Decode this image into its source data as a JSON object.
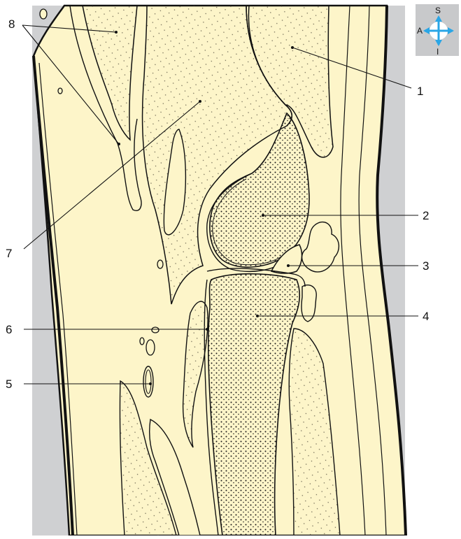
{
  "labels": {
    "l1": "1",
    "l2": "2",
    "l3": "3",
    "l4": "4",
    "l5": "5",
    "l6": "6",
    "l7": "7",
    "l8": "8"
  },
  "orientation": {
    "superior": "S",
    "inferior": "I",
    "anterior": "A"
  },
  "colors": {
    "background_gray": "#cfd0d2",
    "tissue_cream": "#fdf5c9",
    "outline": "#111111",
    "compass_blue": "#2aa6e6"
  }
}
